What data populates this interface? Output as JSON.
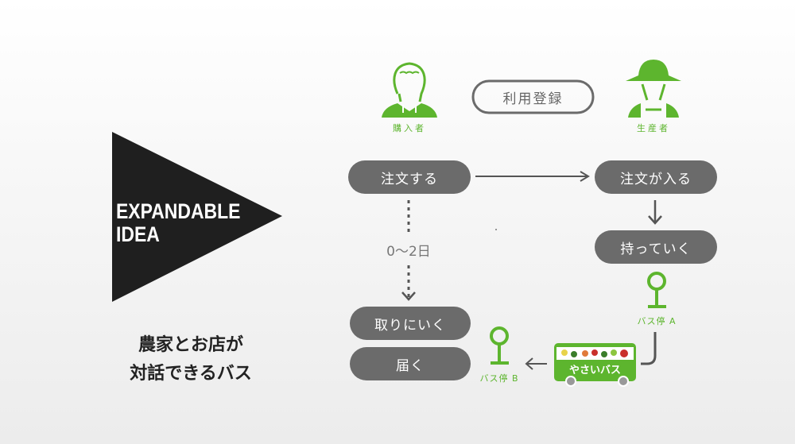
{
  "title": {
    "line1": "EXPANDABLE",
    "line2": "IDEA"
  },
  "tagline": {
    "line1": "農家とお店が",
    "line2": "対話できるバス"
  },
  "actors": {
    "buyer": "購入者",
    "producer": "生産者"
  },
  "register": "利用登録",
  "buyer_steps": {
    "order": "注文する",
    "duration": "0〜2日",
    "pickup": "取りにいく",
    "delivered": "届く"
  },
  "producer_steps": {
    "received": "注文が入る",
    "bring": "持っていく"
  },
  "bus": {
    "name": "やさいバス",
    "stop_a": "バス停 A",
    "stop_b": "バス停 B"
  },
  "colors": {
    "green": "#5db52e",
    "pill": "#6b6b6b",
    "triangle": "#1f1f1f"
  }
}
